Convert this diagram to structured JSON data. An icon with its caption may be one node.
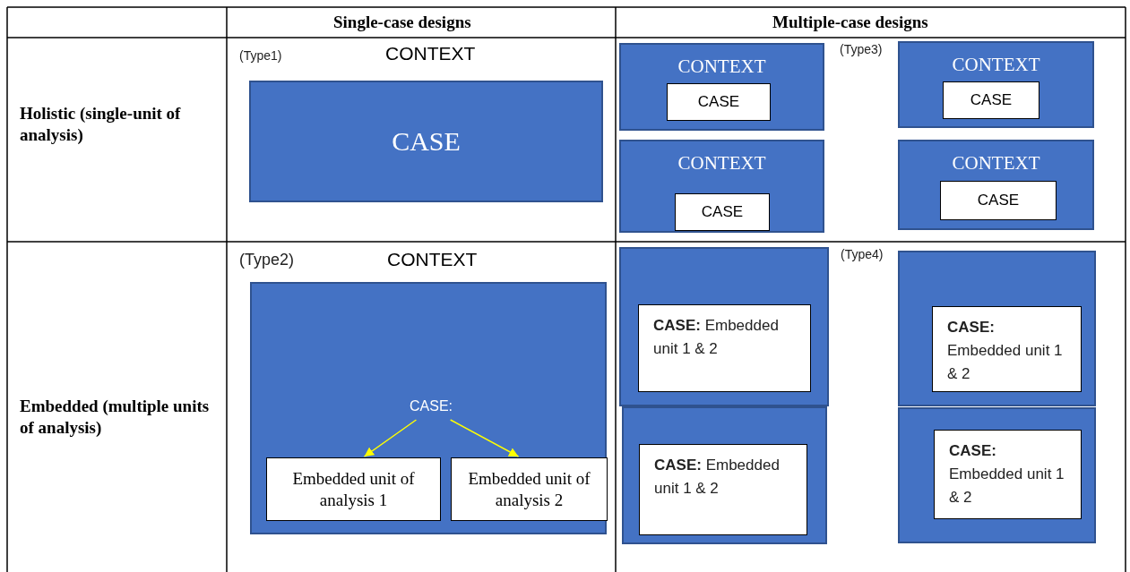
{
  "diagram": {
    "nodes": [
      {
        "text": [
          "CASE"
        ]
      },
      {
        "text": [
          "CONTEXT"
        ]
      },
      {
        "text": [
          "CASE"
        ],
        "in": 1
      },
      {
        "text": [
          "CONTEXT"
        ]
      },
      {
        "text": [
          "CASE"
        ],
        "in": 3
      },
      {
        "text": [
          "CONTEXT"
        ]
      },
      {
        "text": [
          "CASE"
        ],
        "in": 5
      },
      {
        "text": [
          "CONTEXT"
        ]
      },
      {
        "text": [
          "CASE"
        ],
        "in": 7
      },
      {
        "text": [],
        "shape": "box"
      },
      {
        "text": [
          "CASE:"
        ],
        "in": 9
      },
      {
        "text": [
          "Embedded unit of analysis 1"
        ],
        "in": 9
      },
      {
        "text": [
          "Embedded unit of analysis 2"
        ],
        "in": 9
      },
      {
        "text": [],
        "shape": "box"
      },
      {
        "text": [
          "**CASE:**  Embedded unit 1 & 2"
        ],
        "in": 13
      },
      {
        "text": [],
        "shape": "box"
      },
      {
        "text": [
          "**CASE:** Embedded unit 1 & 2"
        ],
        "in": 15
      },
      {
        "text": [],
        "shape": "box"
      },
      {
        "text": [
          "**CASE:** Embedded unit 1 & 2"
        ],
        "in": 17
      },
      {
        "text": [],
        "shape": "box"
      },
      {
        "text": [
          "**CASE:** Embedded unit 1 & 2"
        ],
        "in": 19
      }
    ],
    "edges": [
      {
        "from": 10,
        "to": 11,
        "arrow": "to"
      },
      {
        "from": 10,
        "to": 12,
        "arrow": "to"
      }
    ],
    "labels": [
      "Single-case designs",
      "Multiple-case designs",
      "Holistic (single-unit of analysis)",
      "(Type1)",
      "CONTEXT",
      "(Type3)",
      "Embedded (multiple units of analysis)",
      "(Type2)",
      "CONTEXT",
      "(Type4)"
    ]
  }
}
